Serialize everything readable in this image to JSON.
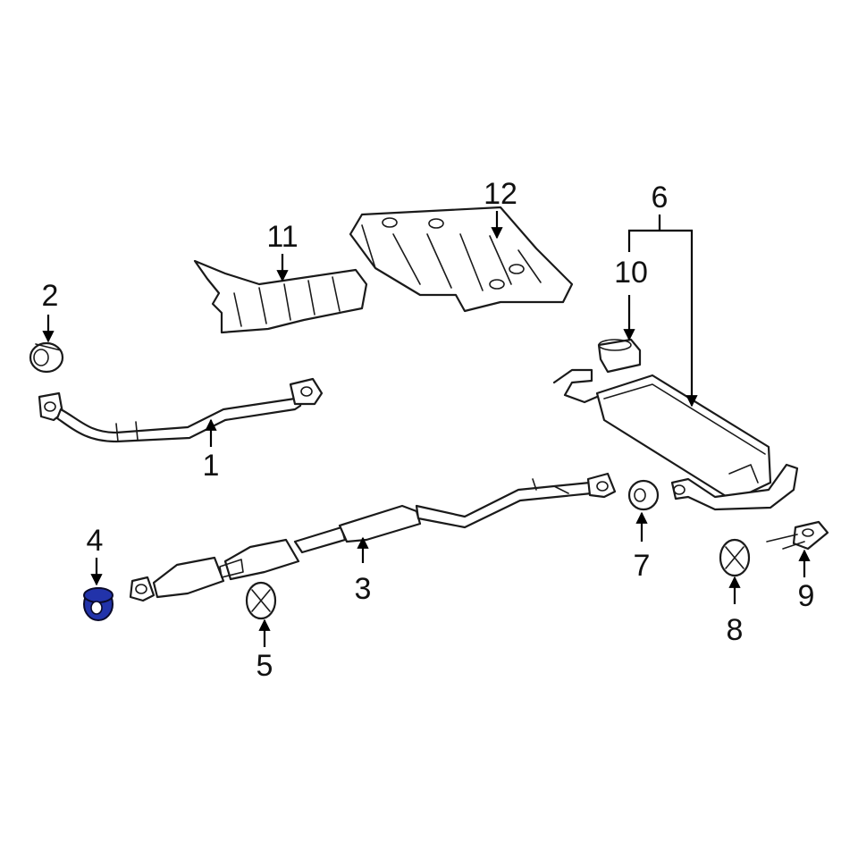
{
  "callouts": {
    "c1": "1",
    "c2": "2",
    "c3": "3",
    "c4": "4",
    "c5": "5",
    "c6": "6",
    "c7": "7",
    "c8": "8",
    "c9": "9",
    "c10": "10",
    "c11": "11",
    "c12": "12"
  },
  "highlight": {
    "part": "4",
    "color": "#2233aa"
  },
  "colors": {
    "line": "#1a1a1a",
    "background": "#ffffff"
  }
}
